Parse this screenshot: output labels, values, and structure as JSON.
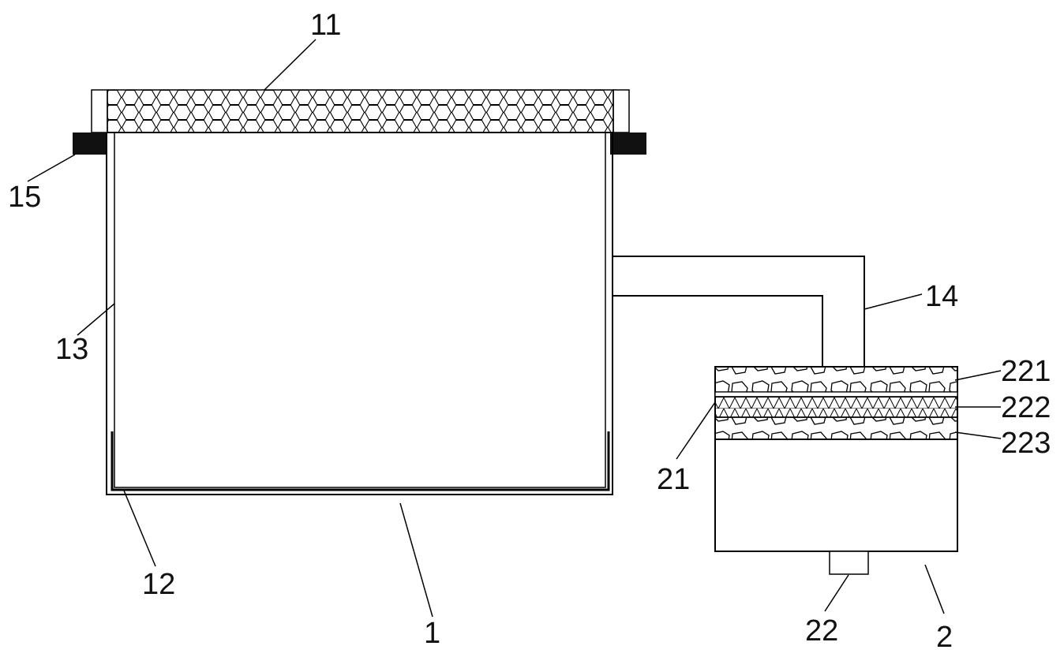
{
  "colors": {
    "line": "#000000",
    "background": "#ffffff",
    "mount_block": "#111111"
  },
  "reference_numerals": {
    "body": "1",
    "top_mesh": "11",
    "bottom_liner": "12",
    "side_wall": "13",
    "pipe": "14",
    "mount_block": "15",
    "filter_box": "2",
    "filter_chamber": "21",
    "outlet": "22",
    "upper_layer": "221",
    "middle_layer": "222",
    "lower_layer": "223"
  }
}
